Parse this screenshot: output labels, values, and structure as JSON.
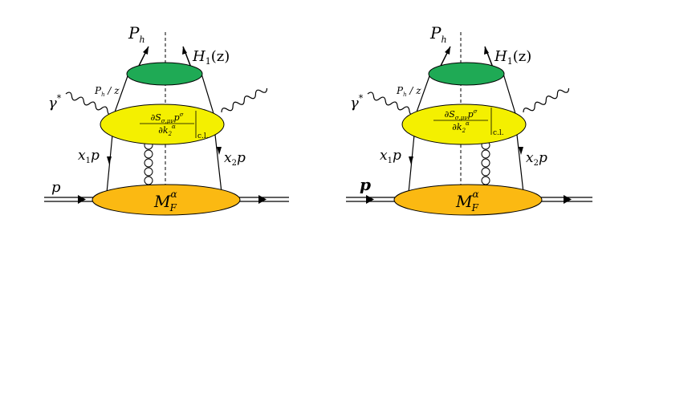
{
  "diagrams": [
    {
      "hadron": "P",
      "hadron_sub": "h",
      "fragmentation": "H",
      "fragmentation_sub": "1",
      "fragmentation_arg": "(z)",
      "photon": "γ",
      "photon_sup": "*",
      "momentum_frac": "P",
      "momentum_frac_sub": "h",
      "momentum_frac_rest": " / z",
      "hard_num": "∂S",
      "hard_num_sub": "σ,μν",
      "hard_num_rest": "p",
      "hard_num_sup": "σ",
      "hard_den": "∂k",
      "hard_den_sub": "2",
      "hard_den_sup": "α",
      "hard_eval": "c.l.",
      "left_parton": "x",
      "left_parton_sub": "1",
      "left_parton_rest": "p",
      "right_parton": "x",
      "right_parton_sub": "2",
      "right_parton_rest": "p",
      "proton": "p",
      "soft": "M",
      "soft_sub": "F",
      "soft_sup": "α"
    },
    {
      "hadron": "P",
      "hadron_sub": "h",
      "fragmentation": "H",
      "fragmentation_sub": "1",
      "fragmentation_arg": "(z)",
      "photon": "γ",
      "photon_sup": "*",
      "momentum_frac": "P",
      "momentum_frac_sub": "h",
      "momentum_frac_rest": " / z",
      "hard_num": "∂S",
      "hard_num_sub": "σ,μν",
      "hard_num_rest": "p",
      "hard_num_sup": "σ",
      "hard_den": "∂k",
      "hard_den_sub": "2",
      "hard_den_sup": "α",
      "hard_eval": "c.l.",
      "left_parton": "x",
      "left_parton_sub": "1",
      "left_parton_rest": "p",
      "right_parton": "x",
      "right_parton_sub": "2",
      "right_parton_rest": "p",
      "proton": "p",
      "soft": "M",
      "soft_sub": "F",
      "soft_sup": "α"
    }
  ],
  "colors": {
    "fragmentation_blob": "#1faa55",
    "hard_blob": "#f4f000",
    "soft_blob": "#fbb912",
    "line": "#000000"
  }
}
